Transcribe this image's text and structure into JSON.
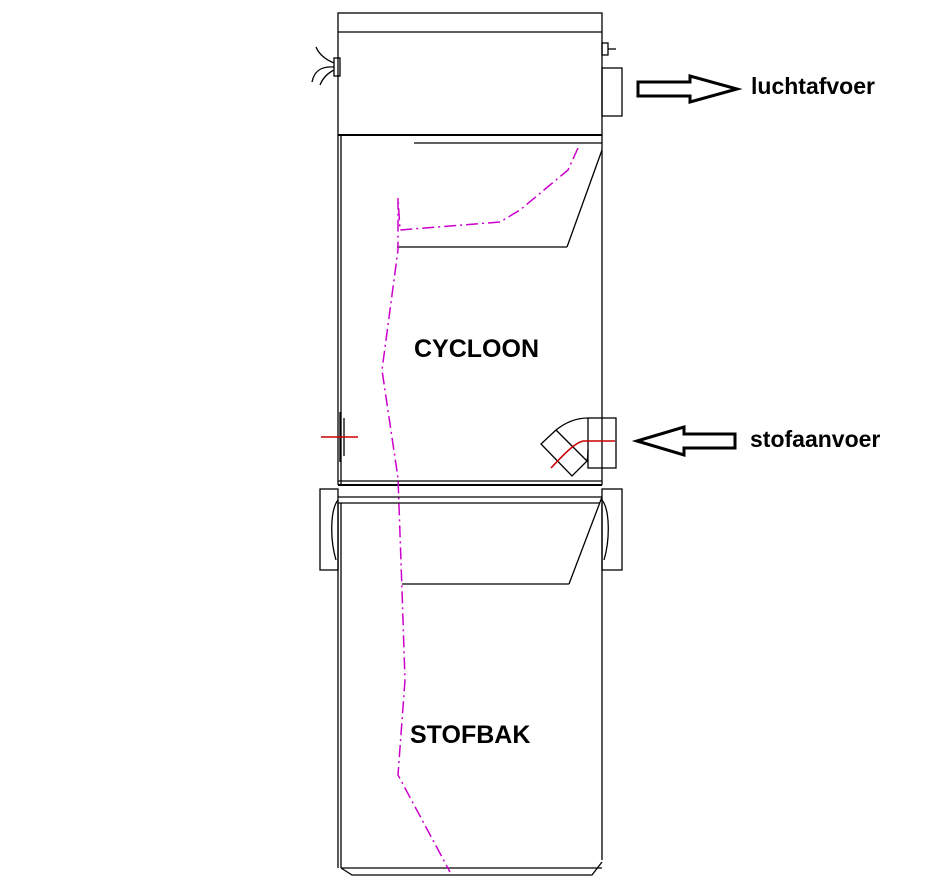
{
  "labels": {
    "cycloon": "CYCLOON",
    "stofbak": "STOFBAK",
    "luchtafvoer": "luchtafvoer",
    "stofaanvoer": "stofaanvoer"
  },
  "colors": {
    "outline": "#000000",
    "flow_path": "#cc00cc",
    "inlet_marker": "#cc0000",
    "background": "#ffffff"
  },
  "icons": {
    "outlet_arrow": "arrow-right-icon",
    "inlet_arrow": "arrow-left-icon"
  }
}
